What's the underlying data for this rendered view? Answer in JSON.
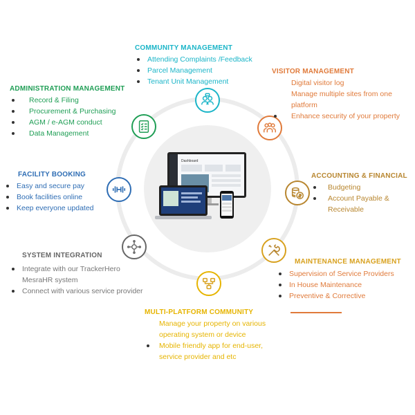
{
  "colors": {
    "community": "#1bb5c8",
    "visitor": "#e07a3a",
    "admin": "#1f9e55",
    "facility": "#2e6db4",
    "accounting": "#b8862f",
    "system": "#666666",
    "maintenance": "#d8a11e",
    "multiplatform": "#e6b400"
  },
  "sections": {
    "community": {
      "title": "COMMUNITY MANAGEMENT",
      "icon": "users-chat-icon",
      "items": [
        "Attending Complaints /Feedback",
        "Parcel Management",
        "Tenant Unit Management"
      ]
    },
    "visitor": {
      "title": "VISITOR MANAGEMENT",
      "icon": "visitors-icon",
      "items": [
        "Digital visitor log",
        "Manage multiple sites from one platform",
        "Enhance security of your property"
      ]
    },
    "admin": {
      "title": "ADMINISTRATION MANAGEMENT",
      "icon": "checklist-icon",
      "items": [
        "Record & Filing",
        "Procurement & Purchasing",
        "AGM / e-AGM conduct",
        "Data Management"
      ]
    },
    "facility": {
      "title": "FACILITY BOOKING",
      "icon": "dumbbell-icon",
      "items": [
        "Easy and secure pay",
        "Book facilities online",
        "Keep everyone updated"
      ]
    },
    "accounting": {
      "title": "ACCOUNTING & FINANCIAL",
      "icon": "coins-icon",
      "items": [
        "Budgeting",
        "Account Payable & Receivable"
      ]
    },
    "system": {
      "title": "SYSTEM INTEGRATION",
      "icon": "integration-icon",
      "items": [
        "Integrate with our TrackerHero MesraHR system",
        "Connect with various service provider"
      ]
    },
    "maintenance": {
      "title": "MAINTENANCE MANAGEMENT",
      "icon": "tools-icon",
      "items": [
        "Supervision of Service Providers",
        "In House Maintenance",
        "Preventive & Corrective"
      ]
    },
    "multiplatform": {
      "title": "MULTI-PLATFORM COMMUNITY",
      "icon": "network-icon",
      "items": [
        "Manage your property on various operating system or device",
        "Mobile friendly app for end-user, service provider and etc"
      ]
    }
  },
  "center": {
    "image": "devices-mockup",
    "monitor_heading": "Dashboard"
  }
}
